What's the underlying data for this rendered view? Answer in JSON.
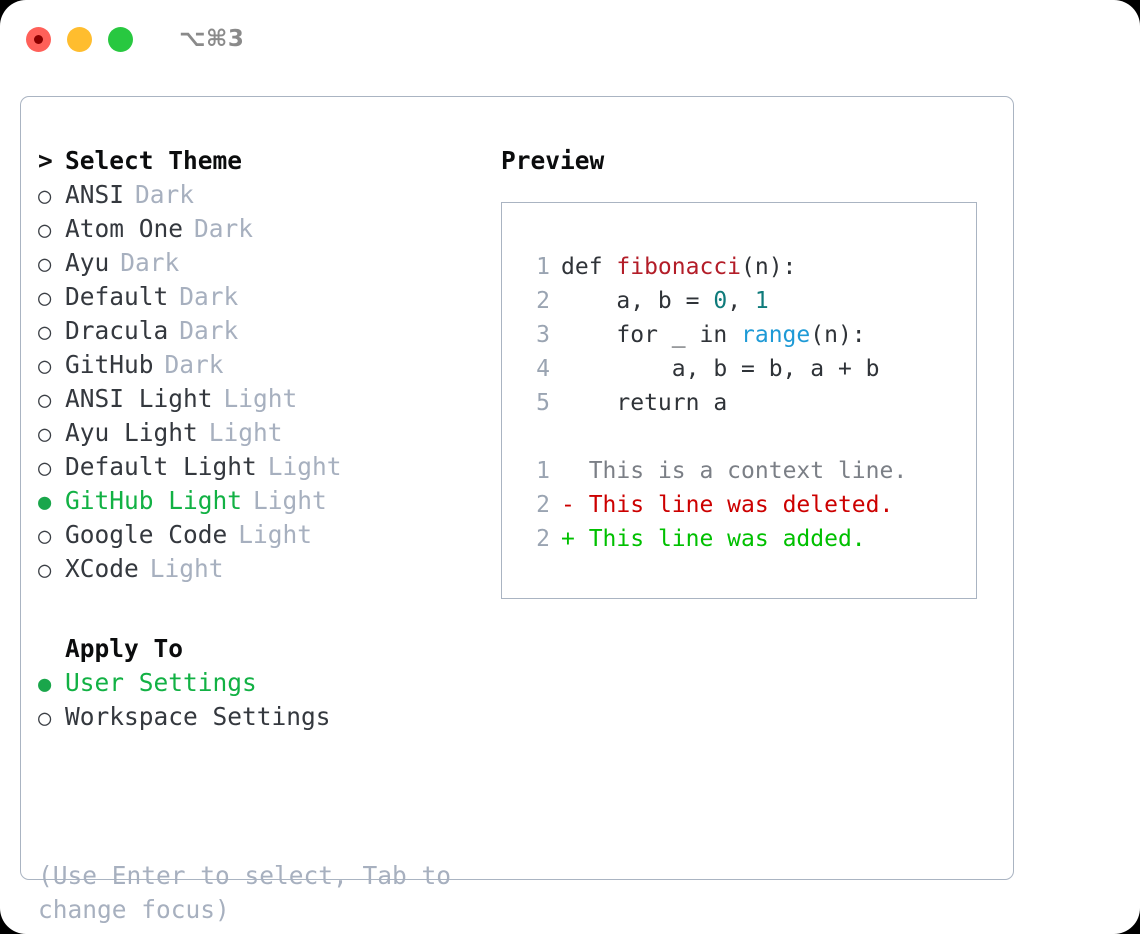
{
  "titlebar": {
    "shortcut": "⌥⌘3",
    "buttons": [
      {
        "name": "close",
        "color": "#ff6059"
      },
      {
        "name": "minimize",
        "color": "#ffbd2e"
      },
      {
        "name": "maximize",
        "color": "#28c840"
      }
    ]
  },
  "theme_picker": {
    "header": {
      "marker": ">",
      "label": "Select Theme"
    },
    "items": [
      {
        "marker": "○",
        "label": "ANSI",
        "tag": "Dark",
        "selected": false
      },
      {
        "marker": "○",
        "label": "Atom One",
        "tag": "Dark",
        "selected": false
      },
      {
        "marker": "○",
        "label": "Ayu",
        "tag": "Dark",
        "selected": false
      },
      {
        "marker": "○",
        "label": "Default",
        "tag": "Dark",
        "selected": false
      },
      {
        "marker": "○",
        "label": "Dracula",
        "tag": "Dark",
        "selected": false
      },
      {
        "marker": "○",
        "label": "GitHub",
        "tag": "Dark",
        "selected": false
      },
      {
        "marker": "○",
        "label": "ANSI Light",
        "tag": "Light",
        "selected": false
      },
      {
        "marker": "○",
        "label": "Ayu Light",
        "tag": "Light",
        "selected": false
      },
      {
        "marker": "○",
        "label": "Default Light",
        "tag": "Light",
        "selected": false
      },
      {
        "marker": "●",
        "label": "GitHub Light",
        "tag": "Light",
        "selected": true
      },
      {
        "marker": "○",
        "label": "Google Code",
        "tag": "Light",
        "selected": false
      },
      {
        "marker": "○",
        "label": "XCode",
        "tag": "Light",
        "selected": false
      }
    ]
  },
  "apply_to": {
    "header": "Apply To",
    "items": [
      {
        "marker": "●",
        "label": "User Settings",
        "selected": true
      },
      {
        "marker": "○",
        "label": "Workspace Settings",
        "selected": false
      }
    ]
  },
  "hint": "(Use Enter to select, Tab to change focus)",
  "preview": {
    "title": "Preview",
    "code_lines": [
      {
        "no": "1",
        "segments": [
          {
            "t": "def ",
            "c": "code-text"
          },
          {
            "t": "fibonacci",
            "c": "tok-fn"
          },
          {
            "t": "(n):",
            "c": "code-text"
          }
        ]
      },
      {
        "no": "2",
        "segments": [
          {
            "t": "    a, b = ",
            "c": "code-text"
          },
          {
            "t": "0",
            "c": "tok-num"
          },
          {
            "t": ", ",
            "c": "code-text"
          },
          {
            "t": "1",
            "c": "tok-num"
          }
        ]
      },
      {
        "no": "3",
        "segments": [
          {
            "t": "    for _ in ",
            "c": "code-text"
          },
          {
            "t": "range",
            "c": "tok-call"
          },
          {
            "t": "(n):",
            "c": "code-text"
          }
        ]
      },
      {
        "no": "4",
        "segments": [
          {
            "t": "        a, b = b, a + b",
            "c": "code-text"
          }
        ]
      },
      {
        "no": "5",
        "segments": [
          {
            "t": "    return a",
            "c": "code-text"
          }
        ]
      }
    ],
    "diff_lines": [
      {
        "no": "1",
        "marker": " ",
        "text": "This is a context line.",
        "kind": "diff-ctx"
      },
      {
        "no": "2",
        "marker": "-",
        "text": "This line was deleted.",
        "kind": "diff-del"
      },
      {
        "no": "2",
        "marker": "+",
        "text": "This line was added.",
        "kind": "diff-add"
      }
    ]
  },
  "colors": {
    "accent_green": "#12b144",
    "muted": "#a7b0bf",
    "border": "#aab4c2",
    "diff_add": "#00c000",
    "diff_del": "#cc0000",
    "token_function": "#b31d28",
    "token_number": "#0f7b7b",
    "token_call": "#1e9ad6"
  }
}
